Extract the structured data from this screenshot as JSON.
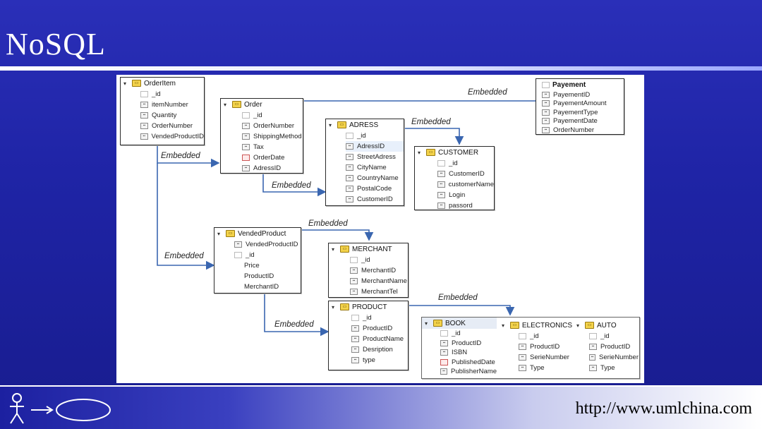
{
  "slide": {
    "title": "NoSQL",
    "url": "http://www.umlchina.com"
  },
  "diagram": {
    "edge_label": "Embedded",
    "entities": {
      "orderitem": {
        "name": "OrderItem",
        "fields": [
          "_id",
          "itemNumber",
          "Quantity",
          "OrderNumber",
          "VendedProductID"
        ]
      },
      "order": {
        "name": "Order",
        "fields": [
          "_id",
          "OrderNumber",
          "ShippingMethod",
          "Tax",
          "OrderDate",
          "AdressID"
        ]
      },
      "adress": {
        "name": "ADRESS",
        "fields": [
          "_id",
          "AdressID",
          "StreetAdress",
          "CityName",
          "CountryName",
          "PostalCode",
          "CustomerID"
        ]
      },
      "customer": {
        "name": "CUSTOMER",
        "fields": [
          "_id",
          "CustomerID",
          "customerName",
          "Login",
          "passord"
        ]
      },
      "payement": {
        "name": "Payement",
        "fields": [
          "PayementID",
          "PayementAmount",
          "PayementType",
          "PayementDate",
          "OrderNumber"
        ]
      },
      "vendedproduct": {
        "name": "VendedProduct",
        "fields": [
          "VendedProductID",
          "_id",
          "Price",
          "ProductID",
          "MerchantID"
        ]
      },
      "merchant": {
        "name": "MERCHANT",
        "fields": [
          "_id",
          "MerchantID",
          "MerchantName",
          "MerchantTel"
        ]
      },
      "product": {
        "name": "PRODUCT",
        "fields": [
          "_id",
          "ProductID",
          "ProductName",
          "Desription",
          "type"
        ]
      },
      "book": {
        "name": "BOOK",
        "fields": [
          "_id",
          "ProductID",
          "ISBN",
          "PublishedDate",
          "PublisherName"
        ]
      },
      "electronics": {
        "name": "ELECTRONICS",
        "fields": [
          "_id",
          "ProductID",
          "SerieNumber",
          "Type"
        ]
      },
      "auto": {
        "name": "AUTO",
        "fields": [
          "_id",
          "ProductID",
          "SerieNumber",
          "Type"
        ]
      }
    }
  }
}
